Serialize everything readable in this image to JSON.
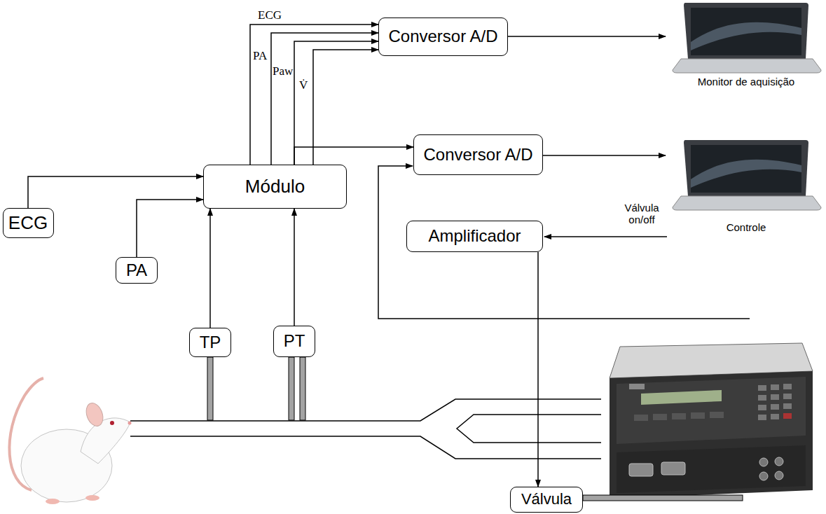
{
  "diagram": {
    "nodes": [
      {
        "text": [
          "Conversor A/D"
        ]
      },
      {
        "text": [
          "Conversor A/D"
        ]
      },
      {
        "text": [
          "Módulo"
        ]
      },
      {
        "text": [
          "Amplificador"
        ]
      },
      {
        "text": [
          "ECG"
        ]
      },
      {
        "text": [
          "PA"
        ]
      },
      {
        "text": [
          "TP"
        ]
      },
      {
        "text": [
          "PT"
        ]
      },
      {
        "text": [
          "Válvula"
        ]
      }
    ],
    "edges": [
      {
        "from": 2,
        "to": 0,
        "label": "ECG",
        "arrow": "to"
      },
      {
        "from": 2,
        "to": 0,
        "label": "PA",
        "arrow": "to"
      },
      {
        "from": 2,
        "to": 0,
        "label": "Paw",
        "arrow": "to"
      },
      {
        "from": 2,
        "to": 0,
        "label": "V̇",
        "arrow": "to"
      },
      {
        "from": 2,
        "to": 1,
        "arrow": "to"
      },
      {
        "from": 4,
        "to": 2,
        "arrow": "to"
      },
      {
        "from": 5,
        "to": 2,
        "arrow": "to"
      },
      {
        "from": 6,
        "to": 2,
        "arrow": "to"
      },
      {
        "from": 7,
        "to": 2,
        "arrow": "to"
      },
      {
        "from": 3,
        "to": 8,
        "arrow": "to"
      }
    ],
    "labels": [
      "Monitor de aquisição",
      "Controle",
      "Válvula on/off"
    ]
  }
}
